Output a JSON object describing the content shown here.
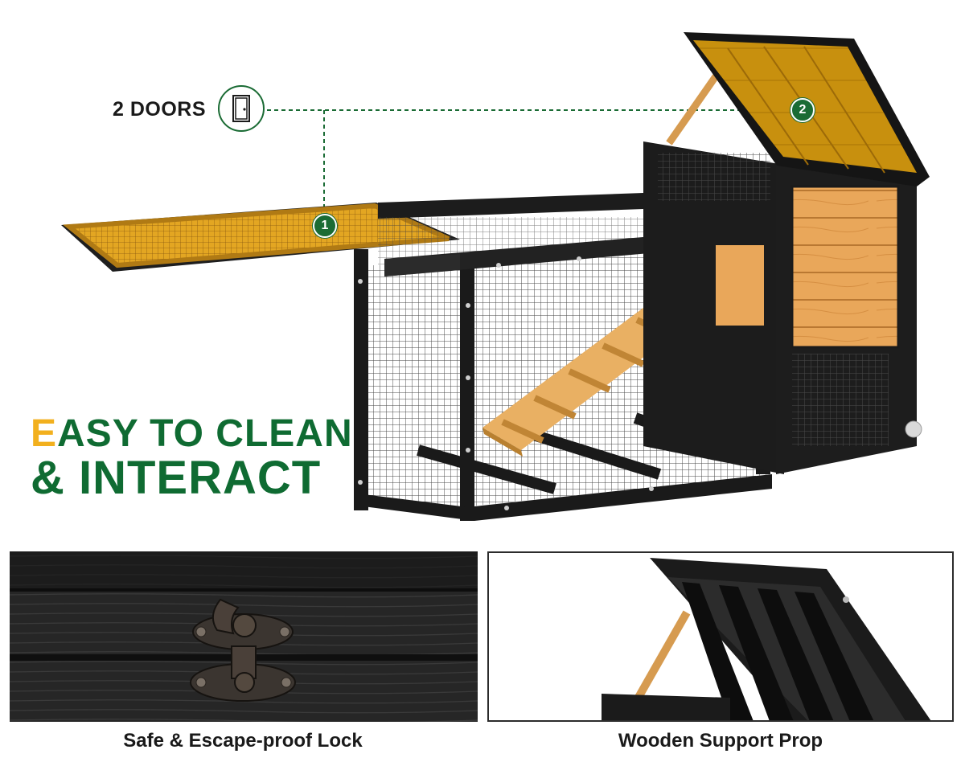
{
  "callout": {
    "label": "2 DOORS",
    "icon": "door-icon",
    "markers": [
      "1",
      "2"
    ],
    "line_color": "#1a6b34"
  },
  "headline": {
    "first_letter": "E",
    "line1_rest": "ASY TO CLEAN",
    "line2": "& INTERACT",
    "accent_color": "#f2b01e",
    "main_color": "#0f6b32"
  },
  "panels": {
    "lock_caption": "Safe & Escape-proof Lock",
    "prop_caption": "Wooden Support Prop"
  }
}
